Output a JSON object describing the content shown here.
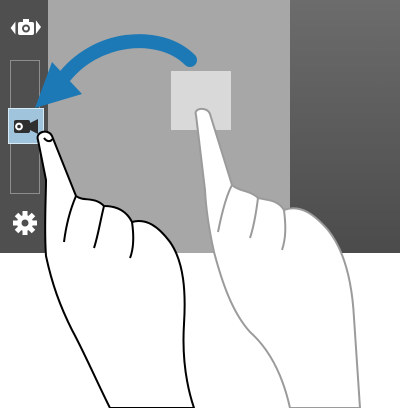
{
  "screen": {
    "icons": {
      "switch_camera": "switch-camera-icon",
      "video_mode": "video-camera-icon",
      "settings": "gear-icon"
    },
    "colors": {
      "viewfinder": "#a7a7a7",
      "left_rail": "#4f4f4f",
      "right_panel": "#5a5a5a",
      "drop_target": "#d9d9d9",
      "mode_highlight": "#9fc4dc",
      "arrow": "#1c79b6"
    }
  },
  "gesture": {
    "type": "drag",
    "direction": "right-to-left",
    "hands": [
      "start-hand",
      "end-hand"
    ]
  }
}
